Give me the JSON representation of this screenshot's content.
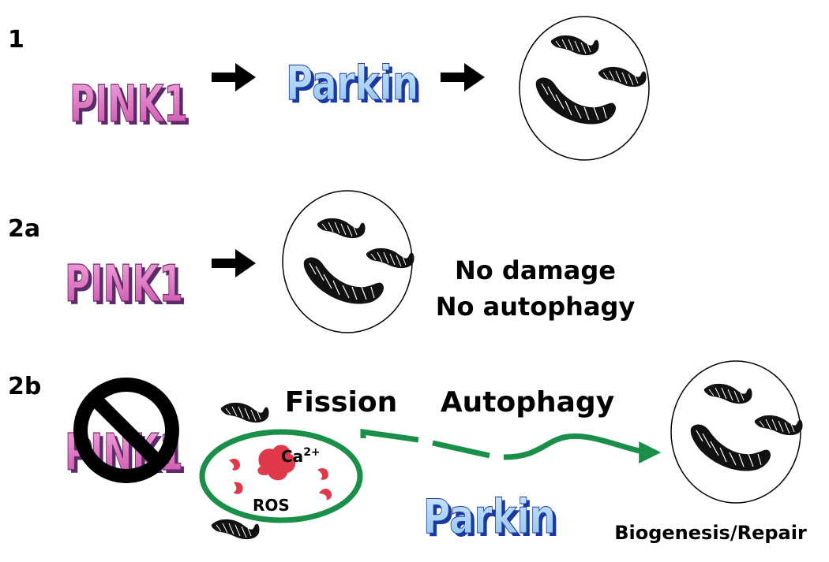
{
  "rows": {
    "row1": {
      "label": "1",
      "pink1": "PINK1",
      "parkin": "Parkin"
    },
    "row2a": {
      "label": "2a",
      "pink1": "PINK1",
      "status_line1": "No damage",
      "status_line2": "No autophagy"
    },
    "row2b": {
      "label": "2b",
      "pink1": "PINK1",
      "fission": "Fission",
      "autophagy": "Autophagy",
      "parkin": "Parkin",
      "calcium": "Ca",
      "calcium_charge": "2+",
      "ros": "ROS",
      "outcome": "Biogenesis/Repair"
    }
  },
  "colors": {
    "pink1_fill": "#e070c0",
    "pink1_shadow": "#5a2a6a",
    "parkin_fill": "#a8d4f4",
    "parkin_shadow": "#1a3aa0",
    "arrow": "#000000",
    "green_path": "#1a8f4a",
    "ros_red": "#e03a4a",
    "mito": "#111111",
    "no_sign": "#000000"
  },
  "icons": [
    "right-arrow-icon",
    "mitochondrion-icon",
    "no-entry-icon",
    "ros-icon"
  ]
}
